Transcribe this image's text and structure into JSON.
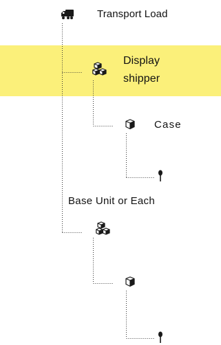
{
  "nodes": {
    "transport_load": {
      "label": "Transport Load",
      "icon": "truck-icon"
    },
    "display_shipper": {
      "label_line1": "Display",
      "label_line2": "shipper",
      "icon": "stacked-boxes-icon",
      "highlighted": true
    },
    "case": {
      "label": "Case",
      "icon": "box-icon"
    },
    "base_unit_1": {
      "icon": "pin-icon"
    },
    "base_unit_caption": {
      "label": "Base Unit or Each"
    },
    "group_2": {
      "icon": "stacked-boxes-icon"
    },
    "case_2": {
      "icon": "box-icon"
    },
    "base_unit_2": {
      "icon": "pin-icon"
    }
  },
  "colors": {
    "highlight": "#fbf07a",
    "connector": "#333333",
    "icon": "#1a1a1a",
    "text": "#111111"
  }
}
